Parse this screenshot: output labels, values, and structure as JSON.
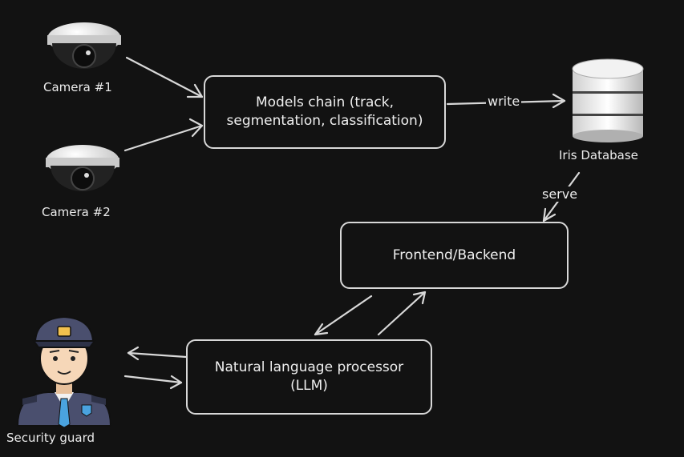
{
  "nodes": {
    "camera1": {
      "label": "Camera #1"
    },
    "camera2": {
      "label": "Camera #2"
    },
    "models": {
      "label_line1": "Models chain (track,",
      "label_line2": "segmentation, classification)"
    },
    "database": {
      "label": "Iris Database"
    },
    "frontend": {
      "label": "Frontend/Backend"
    },
    "nlp": {
      "label_line1": "Natural language processor",
      "label_line2": "(LLM)"
    },
    "guard": {
      "label": "Security guard"
    }
  },
  "edges": {
    "write": "write",
    "serve": "serve"
  },
  "colors": {
    "background": "#121212",
    "stroke": "#d8d8d8",
    "text": "#ececec",
    "guard_hat": "#4a4f6e",
    "guard_skin": "#f6d7b8",
    "guard_tie": "#4aa3df"
  },
  "icons": {
    "camera1": "dome-camera-icon",
    "camera2": "dome-camera-icon",
    "database": "database-icon",
    "guard": "security-guard-icon"
  }
}
